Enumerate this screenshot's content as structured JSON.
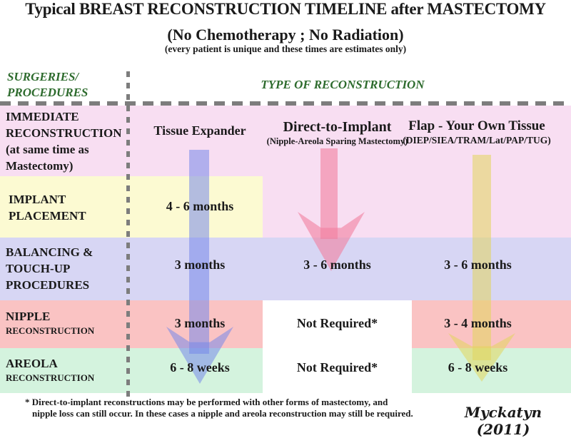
{
  "title": {
    "line1": "Typical BREAST RECONSTRUCTION TIMELINE after MASTECTOMY",
    "line2": "(No Chemotherapy ; No Radiation)",
    "line3": "(every patient is unique and these times are estimates only)"
  },
  "axis": {
    "rows_header_line1": "SURGERIES/",
    "rows_header_line2": "PROCEDURES",
    "cols_header": "TYPE OF RECONSTRUCTION"
  },
  "columns": {
    "tissue_expander": {
      "title": "Tissue Expander"
    },
    "direct_to_implant": {
      "title": "Direct-to-Implant",
      "subtitle": "(Nipple-Areola Sparing Mastectomy)"
    },
    "flap": {
      "title": "Flap - Your Own Tissue",
      "subtitle": "(DIEP/SIEA/TRAM/Lat/PAP/TUG)"
    }
  },
  "rows": {
    "immediate": {
      "l1": "IMMEDIATE",
      "l2": "RECONSTRUCTION",
      "l3": "(at same time as",
      "l4": "Mastectomy)"
    },
    "implant": {
      "l1": "IMPLANT",
      "l2": "PLACEMENT"
    },
    "balancing": {
      "l1": "BALANCING &",
      "l2": "TOUCH-UP",
      "l3": "PROCEDURES"
    },
    "nipple": {
      "l1": "NIPPLE",
      "l2": "RECONSTRUCTION"
    },
    "areola": {
      "l1": "AREOLA",
      "l2": "RECONSTRUCTION"
    }
  },
  "cells": {
    "implant_c1": "4 - 6 months",
    "balancing_c1": "3 months",
    "balancing_c2": "3 - 6  months",
    "balancing_c3": "3 - 6 months",
    "nipple_c1": "3 months",
    "nipple_c2": "Not Required*",
    "nipple_c3": "3 - 4 months",
    "areola_c1": "6 - 8 weeks",
    "areola_c2": "Not Required*",
    "areola_c3": "6 - 8 weeks"
  },
  "footnote": {
    "line1": "* Direct-to-implant reconstructions may be performed with other forms of mastectomy, and",
    "line2": "nipple loss can still occur. In these cases a nipple and areola reconstruction may still be required."
  },
  "signature": "Myckatyn (2011)",
  "colors": {
    "row_immediate_bg": "#f8def2",
    "row_implant_bg": "#fcfad2",
    "row_balancing_bg": "#d7d6f4",
    "row_nipple_bg": "#fac3c3",
    "row_areola_bg": "#d4f3de",
    "axis_header_text": "#2d6b2d",
    "arrow_tissue_expander": "rgba(118,136,234,0.55)",
    "arrow_direct_to_implant": "rgba(242,126,158,0.60)",
    "arrow_flap": "rgba(226,214,92,0.55)",
    "dashed_line": "#7d7d7d"
  }
}
